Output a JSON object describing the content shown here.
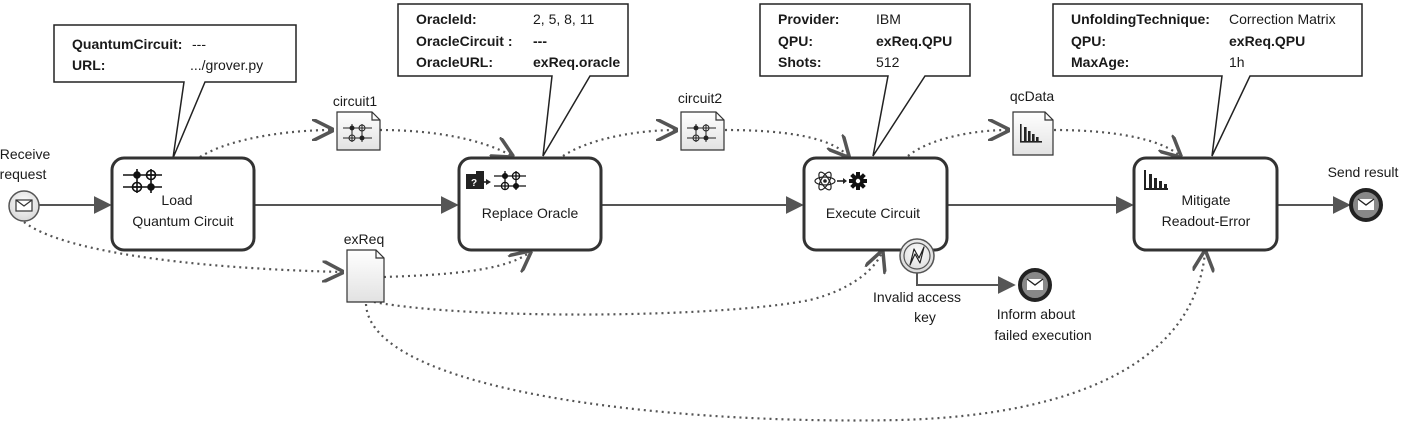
{
  "events": {
    "start": {
      "label_lines": [
        "Receive",
        "request"
      ]
    },
    "end": {
      "label": "Send result"
    },
    "error_boundary": {
      "label_lines": [
        "Invalid access",
        "key"
      ]
    },
    "error_end": {
      "label_lines": [
        "Inform about",
        "failed execution"
      ]
    }
  },
  "tasks": {
    "load": {
      "label_lines": [
        "Load",
        "Quantum Circuit"
      ]
    },
    "replace": {
      "label": "Replace Oracle"
    },
    "execute": {
      "label": "Execute Circuit"
    },
    "mitigate": {
      "label_lines": [
        "Mitigate",
        "Readout-Error"
      ]
    }
  },
  "data_objects": {
    "circuit1": "circuit1",
    "circuit2": "circuit2",
    "qcdata": "qcData",
    "exreq": "exReq"
  },
  "annotations": {
    "load": [
      {
        "key": "QuantumCircuit:",
        "value": "---",
        "value_bold": false
      },
      {
        "key": "URL:",
        "value": ".../grover.py",
        "value_bold": false
      }
    ],
    "replace": [
      {
        "key": "OracleId:",
        "value": "2, 5, 8, 11",
        "value_bold": false
      },
      {
        "key": "OracleCircuit :",
        "value": "---",
        "value_bold": true
      },
      {
        "key": "OracleURL:",
        "value": "exReq.oracle",
        "value_bold": true
      }
    ],
    "execute": [
      {
        "key": "Provider:",
        "value": "IBM",
        "value_bold": false
      },
      {
        "key": "QPU:",
        "value": "exReq.QPU",
        "value_bold": true
      },
      {
        "key": "Shots:",
        "value": "512",
        "value_bold": false
      }
    ],
    "mitigate": [
      {
        "key": "UnfoldingTechnique:",
        "value": "Correction Matrix",
        "value_bold": false
      },
      {
        "key": "QPU:",
        "value": "exReq.QPU",
        "value_bold": true
      },
      {
        "key": "MaxAge:",
        "value": "1h",
        "value_bold": false
      }
    ]
  }
}
